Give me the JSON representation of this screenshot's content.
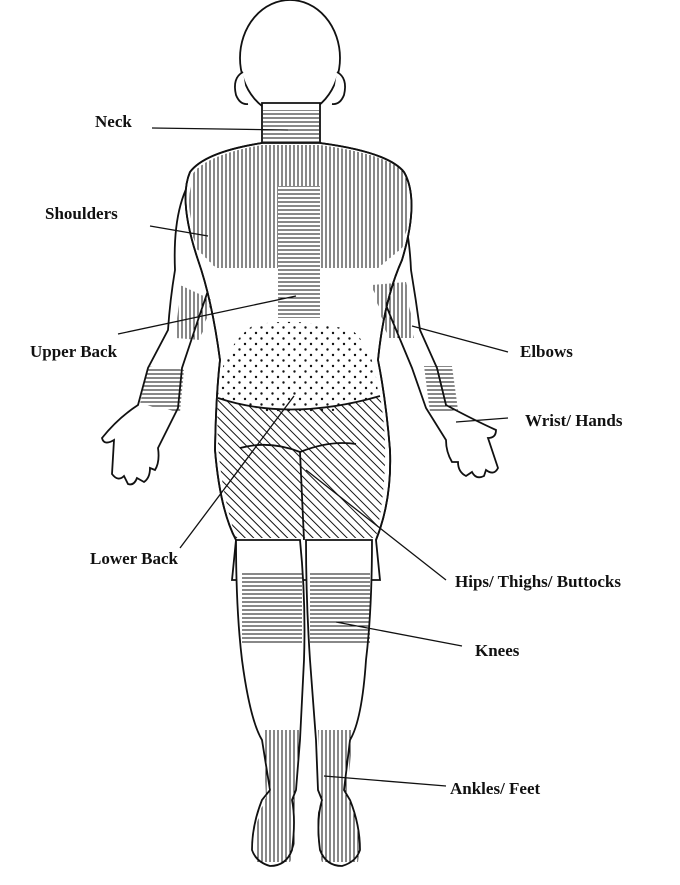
{
  "diagram": {
    "labels": {
      "neck": "Neck",
      "shoulders": "Shoulders",
      "upper_back": "Upper Back",
      "elbows": "Elbows",
      "wrist_hands": "Wrist/ Hands",
      "lower_back": "Lower Back",
      "hips_thighs_buttocks": "Hips/ Thighs/ Buttocks",
      "knees": "Knees",
      "ankles_feet": "Ankles/ Feet"
    },
    "colors": {
      "ink": "#111111",
      "background": "#ffffff"
    }
  }
}
